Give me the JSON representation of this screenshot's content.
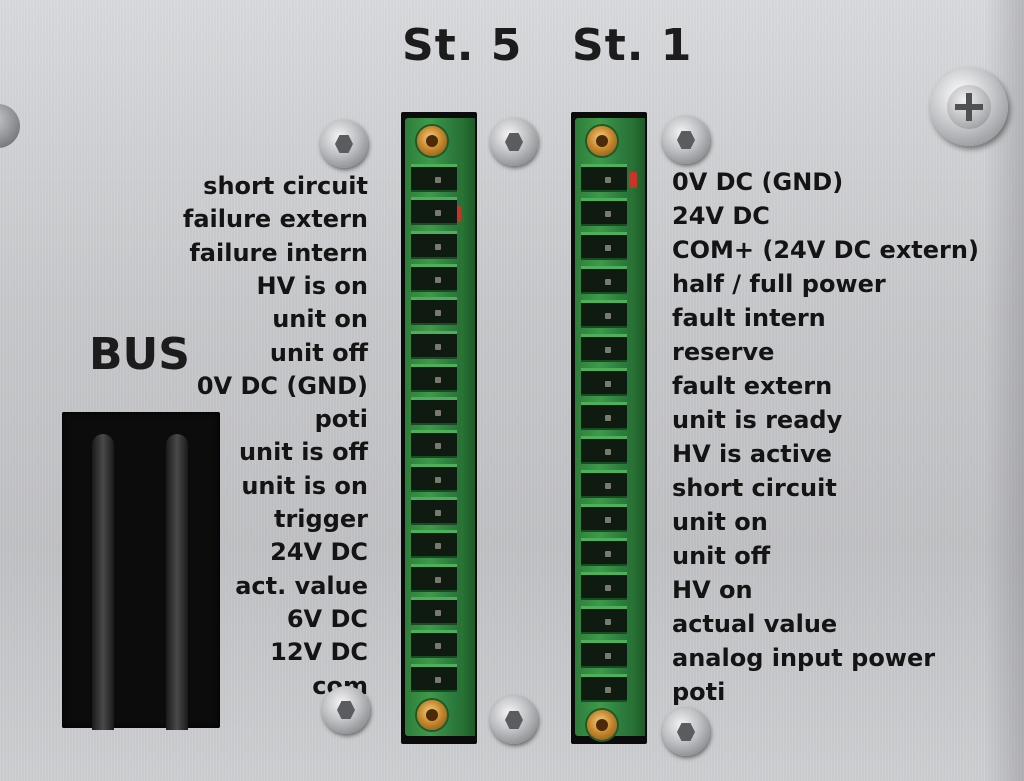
{
  "connectors": [
    {
      "header": "St. 5",
      "labels": [
        "short circuit",
        "failure extern",
        "failure  intern",
        "HV is on",
        "unit on",
        "unit off",
        "0V DC (GND)",
        "poti",
        "unit is off",
        "unit is on",
        "trigger",
        "24V DC",
        "act. value",
        "6V DC",
        "12V DC",
        "com"
      ]
    },
    {
      "header": "St. 1",
      "labels": [
        "0V DC (GND)",
        "24V DC",
        "COM+ (24V DC extern)",
        "half / full power",
        "fault intern",
        "reserve",
        "fault extern",
        "unit is ready",
        "HV is active",
        "short circuit",
        "unit on",
        "unit off",
        "HV on",
        "actual value",
        "analog input power",
        "poti"
      ]
    }
  ],
  "bus": {
    "label": "BUS"
  },
  "colors": {
    "panel": "#c9cacd",
    "terminal_green": "#3d9a4a",
    "text": "#141414",
    "indicator_red": "#c8332a"
  },
  "icons": [
    "hex-screw-icon",
    "phillips-screw-icon",
    "brass-screw-icon"
  ]
}
